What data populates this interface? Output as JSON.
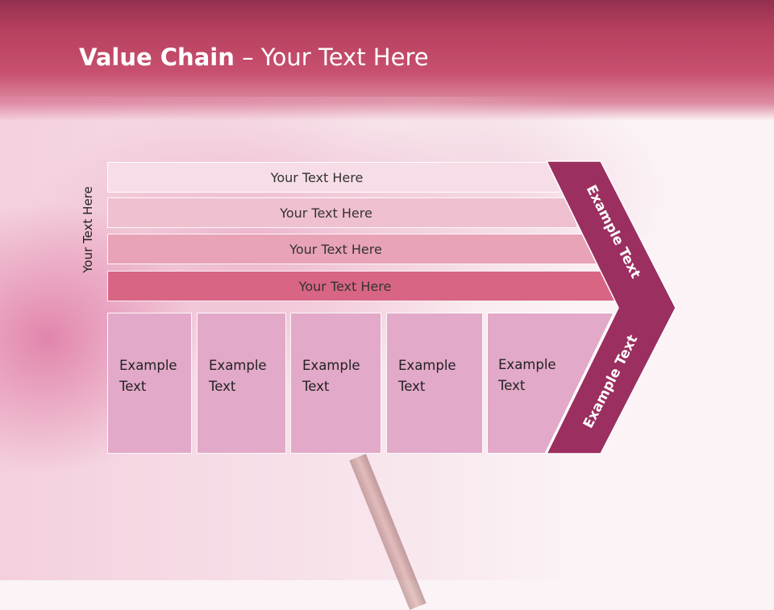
{
  "slide": {
    "title_bold": "Value Chain",
    "title_rest": " – Your Text Here",
    "side_label": "Your Text Here"
  },
  "bars": [
    {
      "label": "Your Text Here",
      "color": "#f7dde7"
    },
    {
      "label": "Your Text Here",
      "color": "#efc0cf"
    },
    {
      "label": "Your Text Here",
      "color": "#e8a3b7"
    },
    {
      "label": "Your Text Here",
      "color": "#d86584"
    }
  ],
  "columns": [
    {
      "line1": "Example",
      "line2": "Text"
    },
    {
      "line1": "Example",
      "line2": "Text"
    },
    {
      "line1": "Example",
      "line2": "Text"
    },
    {
      "line1": "Example",
      "line2": "Text"
    },
    {
      "line1": "Example",
      "line2": "Text"
    }
  ],
  "chevron": {
    "upper_label": "Example Text",
    "lower_label": "Example Text",
    "color": "#9b2f60"
  },
  "colors": {
    "column_fill": "#e2a9c8",
    "header": "#c8506f"
  }
}
